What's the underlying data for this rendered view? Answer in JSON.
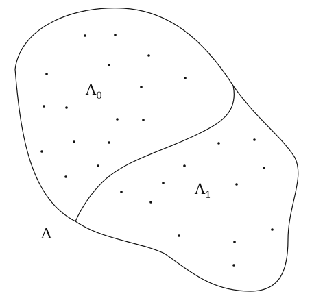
{
  "labels": {
    "region": "Λ",
    "region0": "Λ",
    "region0_sub": "0",
    "region1": "Λ",
    "region1_sub": "1"
  },
  "colors": {
    "stroke": "#111111",
    "background": "#ffffff"
  }
}
